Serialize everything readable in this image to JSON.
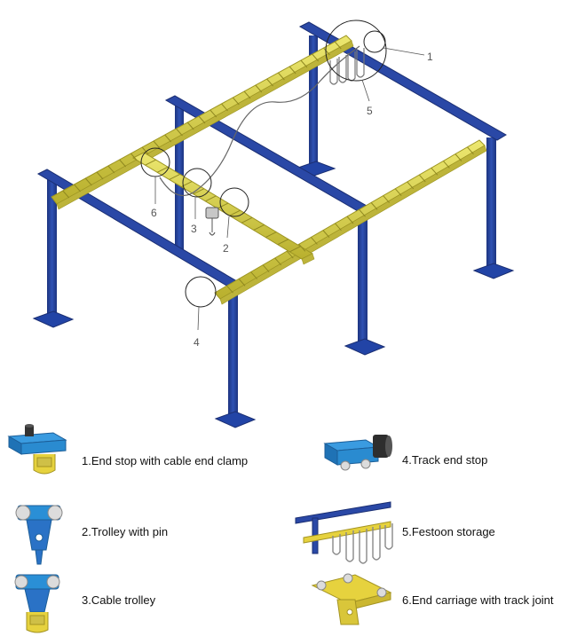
{
  "callouts": [
    {
      "number": "1"
    },
    {
      "number": "2"
    },
    {
      "number": "3"
    },
    {
      "number": "4"
    },
    {
      "number": "5"
    },
    {
      "number": "6"
    }
  ],
  "legend": [
    {
      "label": "1.End stop with cable end clamp"
    },
    {
      "label": "2.Trolley with pin"
    },
    {
      "label": "3.Cable trolley"
    },
    {
      "label": "4.Track end stop"
    },
    {
      "label": "5.Festoon storage"
    },
    {
      "label": "6.End carriage with track joint"
    }
  ],
  "colors": {
    "frame_blue": "#2b4aa0",
    "frame_blue_dark": "#1b2f73",
    "rail_yellow": "#e3de5c",
    "rail_yellow_dark": "#b6ad2c",
    "component_blue": "#2a8fd6",
    "component_yellow": "#e6d23e"
  }
}
